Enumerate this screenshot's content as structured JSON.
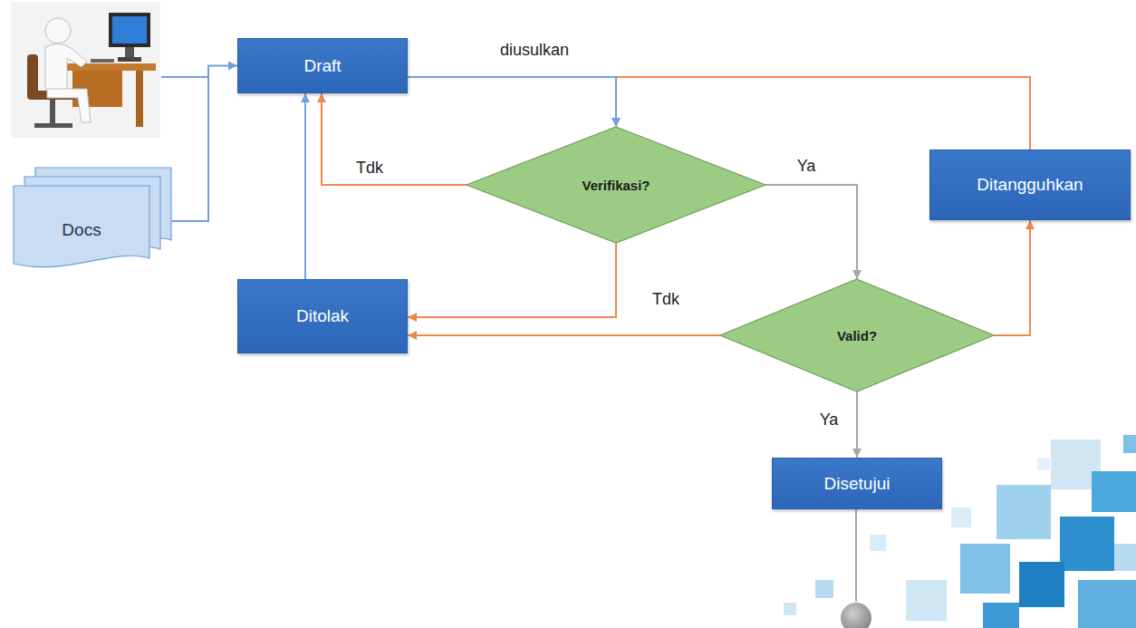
{
  "diagram": {
    "nodes": [
      {
        "text": [
          "Draft"
        ]
      },
      {
        "text": [
          "Verifikasi?"
        ]
      },
      {
        "text": [
          "Ditangguhkan"
        ]
      },
      {
        "text": [
          "Docs"
        ]
      },
      {
        "text": [
          "Ditolak"
        ]
      },
      {
        "text": [
          "Valid?"
        ]
      },
      {
        "text": [
          "Disetujui"
        ]
      }
    ],
    "edges": [
      {
        "from": 3,
        "to": 0,
        "arrow": "to"
      },
      {
        "from": 2,
        "to": 1,
        "arrow": "to"
      },
      {
        "from": 0,
        "to": 1,
        "label": "diusulkan",
        "arrow": "to"
      },
      {
        "from": 1,
        "to": 0,
        "label": "Tdk",
        "arrow": "to"
      },
      {
        "from": 1,
        "to": 4,
        "label": "Tdk",
        "arrow": "to"
      },
      {
        "from": 1,
        "to": 5,
        "label": "Ya",
        "arrow": "to"
      },
      {
        "from": 5,
        "to": 4,
        "arrow": "to"
      },
      {
        "from": 5,
        "to": 2,
        "arrow": "to"
      },
      {
        "from": 4,
        "to": 0,
        "arrow": "to"
      },
      {
        "from": 5,
        "to": 6,
        "label": "Ya",
        "arrow": "to"
      }
    ]
  }
}
